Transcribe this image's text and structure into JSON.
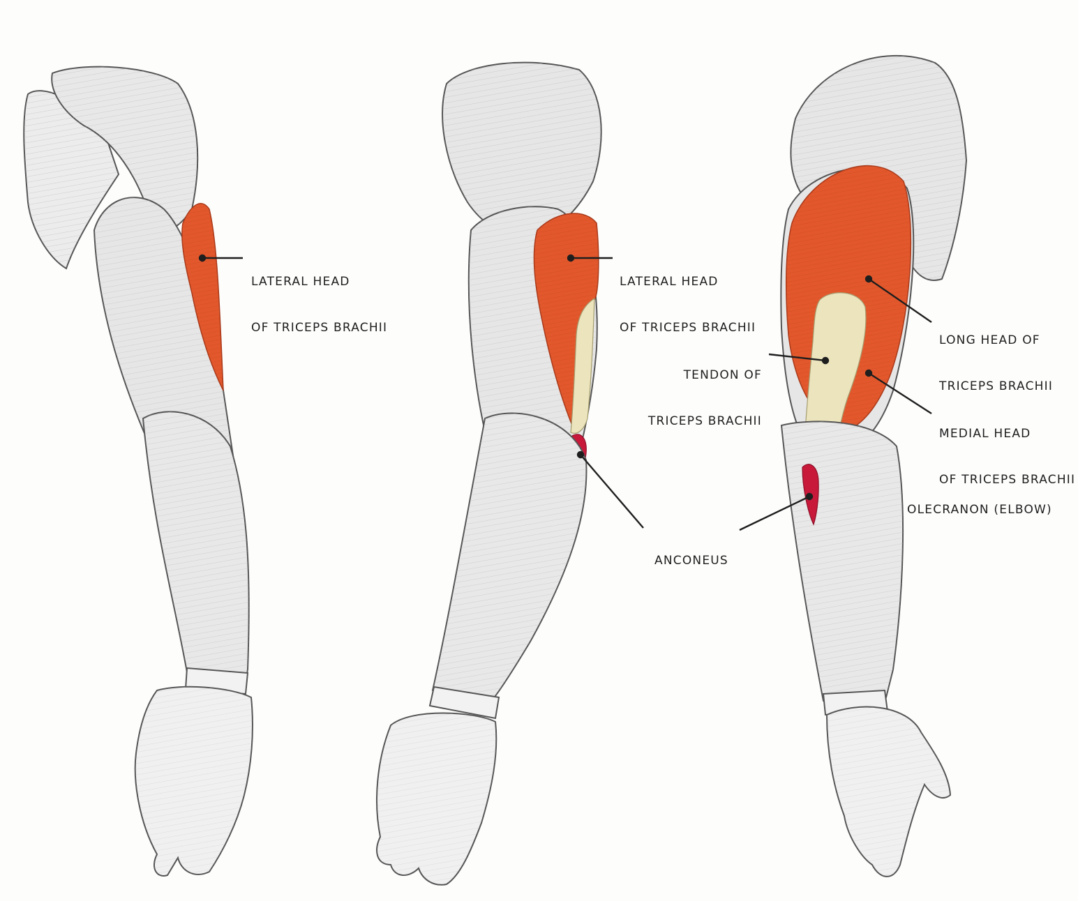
{
  "colors": {
    "background": "#fdfdfc",
    "muscle_outline": "#555555",
    "muscle_fill": "#e6e6e6",
    "triceps_highlight": "#e2582c",
    "tendon": "#ebe4bd",
    "anconeus": "#c8193a",
    "leader_line": "#1e1e1e"
  },
  "labels": {
    "left_lateral_head": {
      "line1": "LATERAL HEAD",
      "line2": "OF TRICEPS BRACHII"
    },
    "middle_lateral_head": {
      "line1": "LATERAL HEAD",
      "line2": "OF TRICEPS BRACHII"
    },
    "long_head": {
      "line1": "LONG HEAD OF",
      "line2": "TRICEPS BRACHII"
    },
    "tendon": {
      "line1": "TENDON OF",
      "line2": "TRICEPS BRACHII"
    },
    "medial_head": {
      "line1": "MEDIAL HEAD",
      "line2": "OF TRICEPS BRACHII"
    },
    "olecranon": {
      "line1": "OLECRANON (ELBOW)"
    },
    "anconeus": {
      "line1": "ANCONEUS"
    }
  }
}
